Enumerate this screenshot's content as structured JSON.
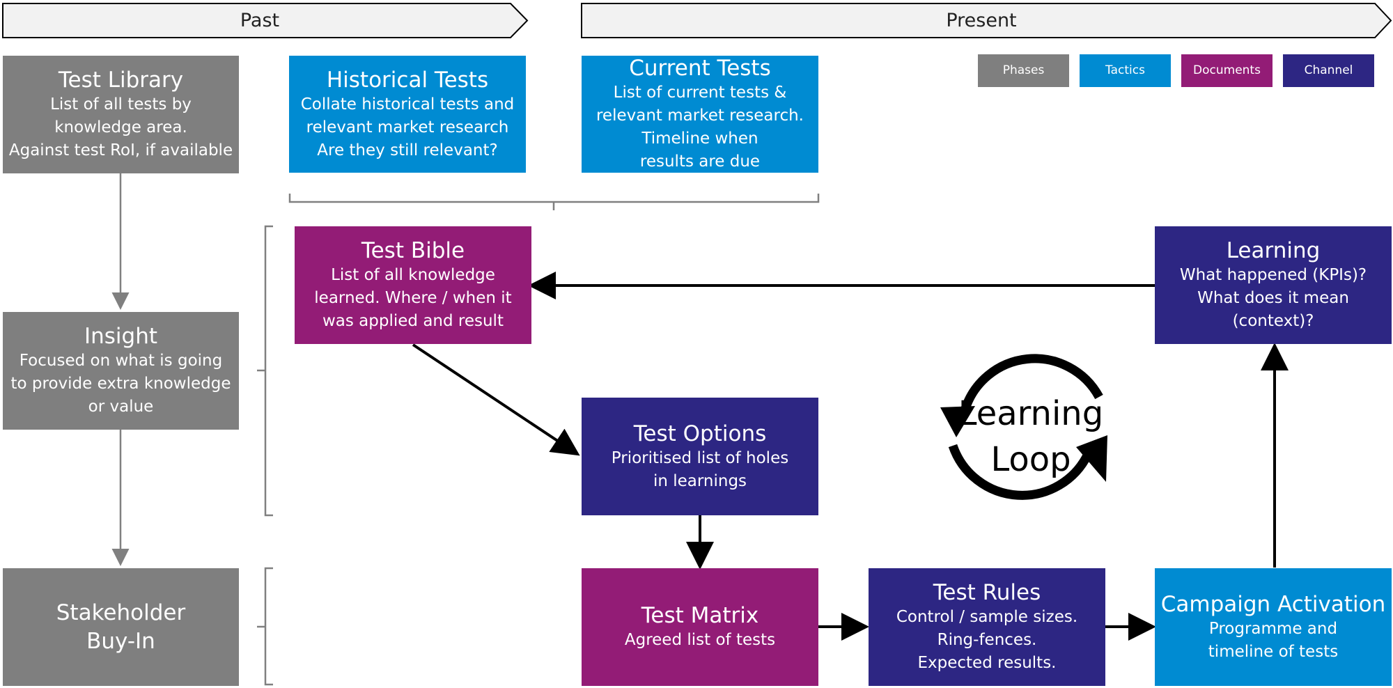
{
  "banners": {
    "past": "Past",
    "present": "Present"
  },
  "legend": [
    {
      "label": "Phases",
      "color": "#7f7f7f"
    },
    {
      "label": "Tactics",
      "color": "#008bd2"
    },
    {
      "label": "Documents",
      "color": "#931c76"
    },
    {
      "label": "Channel",
      "color": "#2d2683"
    }
  ],
  "nodes": {
    "test_library": {
      "title": "Test Library",
      "body": "List of all tests by\nknowledge area.\nAgainst test RoI, if available"
    },
    "insight": {
      "title": "Insight",
      "body": "Focused on what is going\nto provide extra knowledge\nor value"
    },
    "stakeholder": {
      "title": "Stakeholder\nBuy-In"
    },
    "historical_tests": {
      "title": "Historical Tests",
      "body": "Collate historical tests and\nrelevant market research\nAre they still relevant?"
    },
    "current_tests": {
      "title": "Current Tests",
      "body": "List of current tests &\nrelevant market research.\nTimeline when\nresults are due"
    },
    "test_bible": {
      "title": "Test Bible",
      "body": "List of all knowledge\nlearned. Where / when it\nwas applied and result"
    },
    "learning": {
      "title": "Learning",
      "body": "What happened (KPIs)?\nWhat does it mean\n(context)?"
    },
    "test_options": {
      "title": "Test Options",
      "body": "Prioritised list of holes\nin learnings"
    },
    "test_matrix": {
      "title": "Test Matrix",
      "body": "Agreed list of tests"
    },
    "test_rules": {
      "title": "Test Rules",
      "body": "Control / sample sizes.\nRing-fences.\nExpected results."
    },
    "campaign_activation": {
      "title": "Campaign Activation",
      "body": "Programme and\ntimeline of tests"
    }
  },
  "loop": {
    "line1": "Learning",
    "line2": "Loop"
  }
}
